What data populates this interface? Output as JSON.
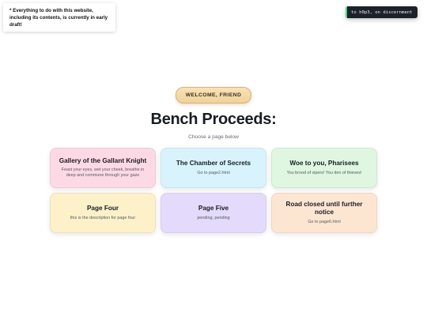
{
  "notice": {
    "text": "* Everything to do with this website, including its contents, is currently in early draft!"
  },
  "toast": {
    "text": "to h0p3, on discernment"
  },
  "hero": {
    "badge": "WELCOME, FRIEND",
    "title": "Bench Proceeds:",
    "subtitle": "Choose a page below"
  },
  "cards": [
    {
      "title": "Gallery of the Gallant Knight",
      "description": "Feast your eyes, wet your cheek, breathe in deep and commune through your gaze",
      "color": "#fcd9e5"
    },
    {
      "title": "The Chamber of Secrets",
      "description": "Go to page2.html",
      "color": "#d8f3fb"
    },
    {
      "title": "Woe to you, Pharisees",
      "description": "You brood of vipers! You den of thieves!",
      "color": "#dff6e1"
    },
    {
      "title": "Page Four",
      "description": "this is the description for page four",
      "color": "#fdf1c9"
    },
    {
      "title": "Page Five",
      "description": "pending, pending",
      "color": "#e4dafb"
    },
    {
      "title": "Road closed until further notice",
      "description": "Go to page6.html",
      "color": "#fde6d1"
    }
  ],
  "colors": {
    "toast_accent": "#3ddc84",
    "toast_bg": "#1d2129",
    "badge_bg": "#f0d29c"
  }
}
